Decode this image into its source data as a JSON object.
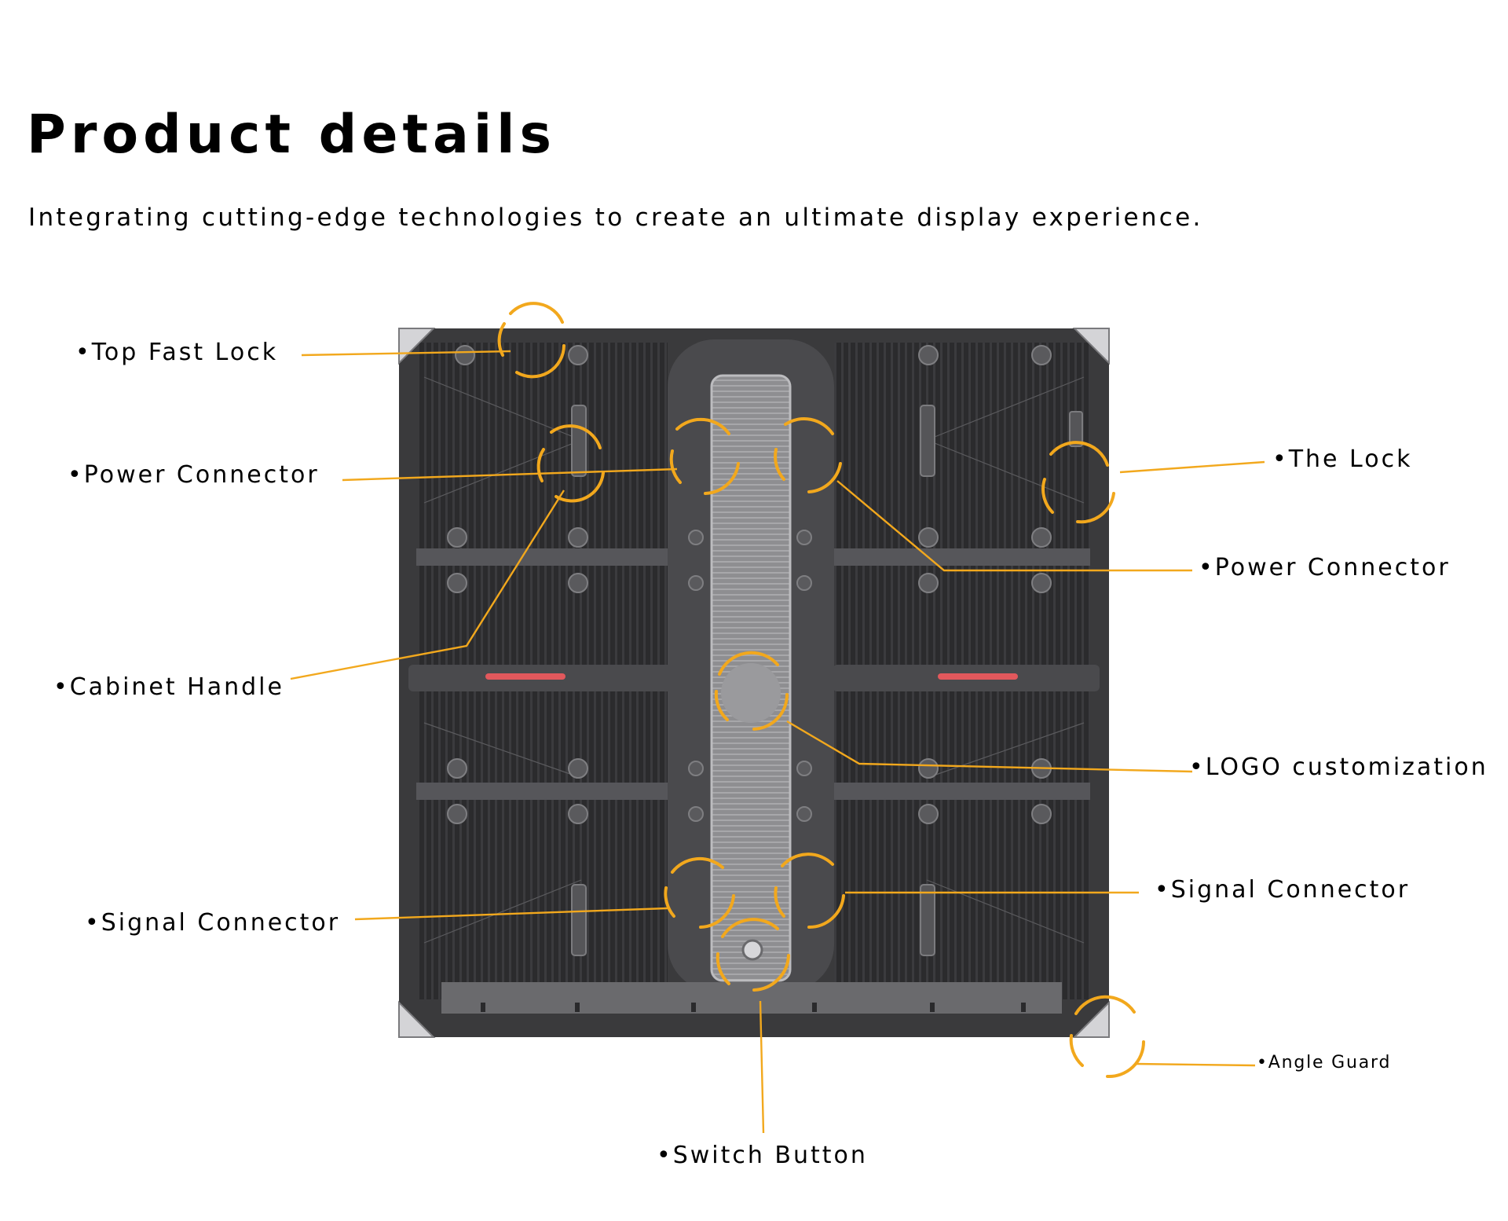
{
  "header": {
    "title": "Product details",
    "subtitle": "Integrating cutting-edge technologies to create an ultimate display experience."
  },
  "callouts": {
    "top_fast_lock": "•Top Fast Lock",
    "power_connector_left": "•Power Connector",
    "cabinet_handle": "•Cabinet Handle",
    "signal_connector_left": "•Signal Connector",
    "the_lock": "•The Lock",
    "power_connector_right": "•Power Connector",
    "logo_customization": "•LOGO customization",
    "signal_connector_right": "•Signal Connector",
    "angle_guard": "•Angle Guard",
    "switch_button": "•Switch Button"
  },
  "colors": {
    "accent": "#f2a81d",
    "cabinet_frame": "#3a3a3c",
    "cabinet_panel": "#2c2c2e",
    "center_column": "#8d8d90",
    "handle_bar_red": "#e2585c"
  }
}
